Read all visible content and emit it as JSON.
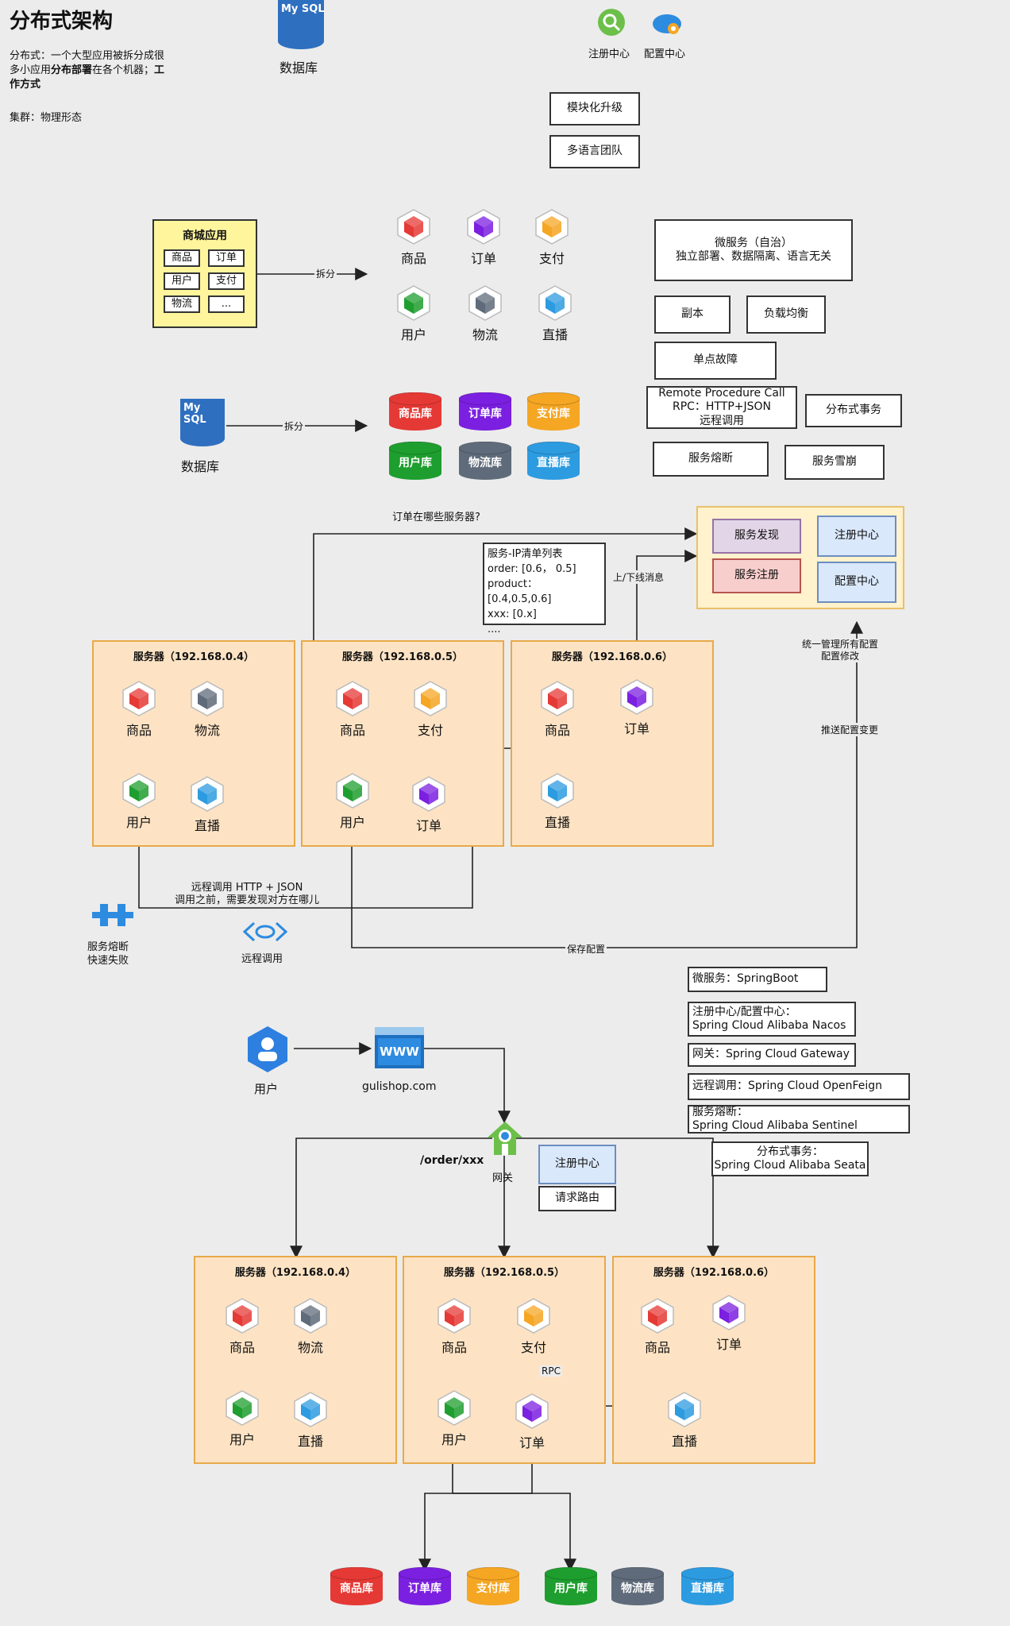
{
  "title": "分布式架构",
  "desc": {
    "l1": "分布式：一个大型应用被拆分成很",
    "l2a": "多小应用",
    "l2b": "分布部署",
    "l2c": "在各个机器；",
    "l2d": "工",
    "l3": "作方式",
    "cluster": "集群：物理形态"
  },
  "top": {
    "mysql_label": "数据库",
    "mysql_logo": "My SQL",
    "registry": "注册中心",
    "config": "配置中心",
    "module_upgrade": "模块化升级",
    "multi_lang": "多语言团队"
  },
  "mall": {
    "title": "商城应用",
    "cells": [
      "商品",
      "订单",
      "用户",
      "支付",
      "物流",
      "..."
    ],
    "split": "拆分"
  },
  "services": {
    "product": "商品",
    "order": "订单",
    "pay": "支付",
    "user": "用户",
    "logistics": "物流",
    "live": "直播"
  },
  "concepts": {
    "micro1": "微服务（自治）",
    "micro2": "独立部署、数据隔离、语言无关",
    "replica": "副本",
    "lb": "负载均衡",
    "spof": "单点故障",
    "rpc1": "Remote Procedure Call",
    "rpc2": "RPC：HTTP+JSON",
    "rpc3": "远程调用",
    "dist_tx": "分布式事务",
    "breaker": "服务熔断",
    "avalanche": "服务雪崩"
  },
  "db2": {
    "label": "数据库",
    "logo": "My SQL",
    "split": "拆分",
    "dbs": [
      "商品库",
      "订单库",
      "支付库",
      "用户库",
      "物流库",
      "直播库"
    ]
  },
  "mid": {
    "which_server": "订单在哪些服务器?",
    "ip_list": [
      "服务-IP清单列表",
      "order: [0.6， 0.5]",
      "product： [0.4,0.5,0.6]",
      "xxx: [0.x]",
      "...."
    ],
    "updown": "上/下线消息",
    "discovery": "服务发现",
    "register": "服务注册",
    "registry": "注册中心",
    "config": "配置中心",
    "manage1": "统一管理所有配置",
    "manage2": "配置修改",
    "push": "推送配置变更",
    "remote1": "远程调用  HTTP + JSON",
    "remote2": "调用之前，需要发现对方在哪儿",
    "save_config": "保存配置",
    "breaker1": "服务熔断",
    "breaker2": "快速失败",
    "remote_call": "远程调用"
  },
  "servers": [
    "服务器（192.168.0.4）",
    "服务器（192.168.0.5）",
    "服务器（192.168.0.6）"
  ],
  "tech": {
    "t1": "微服务：SpringBoot",
    "t2a": "注册中心/配置中心：",
    "t2b": "Spring Cloud Alibaba Nacos",
    "t3": "网关：Spring Cloud Gateway",
    "t4": "远程调用：Spring Cloud OpenFeign",
    "t5a": "服务熔断：",
    "t5b": "Spring Cloud Alibaba Sentinel",
    "t6a": "分布式事务：",
    "t6b": "Spring Cloud Alibaba Seata"
  },
  "bottom": {
    "user": "用户",
    "site": "gulishop.com",
    "www": "WWW",
    "path": "/order/xxx",
    "gateway": "网关",
    "registry": "注册中心",
    "route": "请求路由",
    "rpc": "RPC",
    "dbs": [
      "商品库",
      "订单库",
      "支付库",
      "用户库",
      "物流库",
      "直播库"
    ]
  },
  "colors": {
    "product": "#e53935",
    "order": "#7b1fe0",
    "pay": "#f5a623",
    "user": "#1e9e2e",
    "logistics": "#5f6b7a",
    "live": "#2d9be0"
  }
}
